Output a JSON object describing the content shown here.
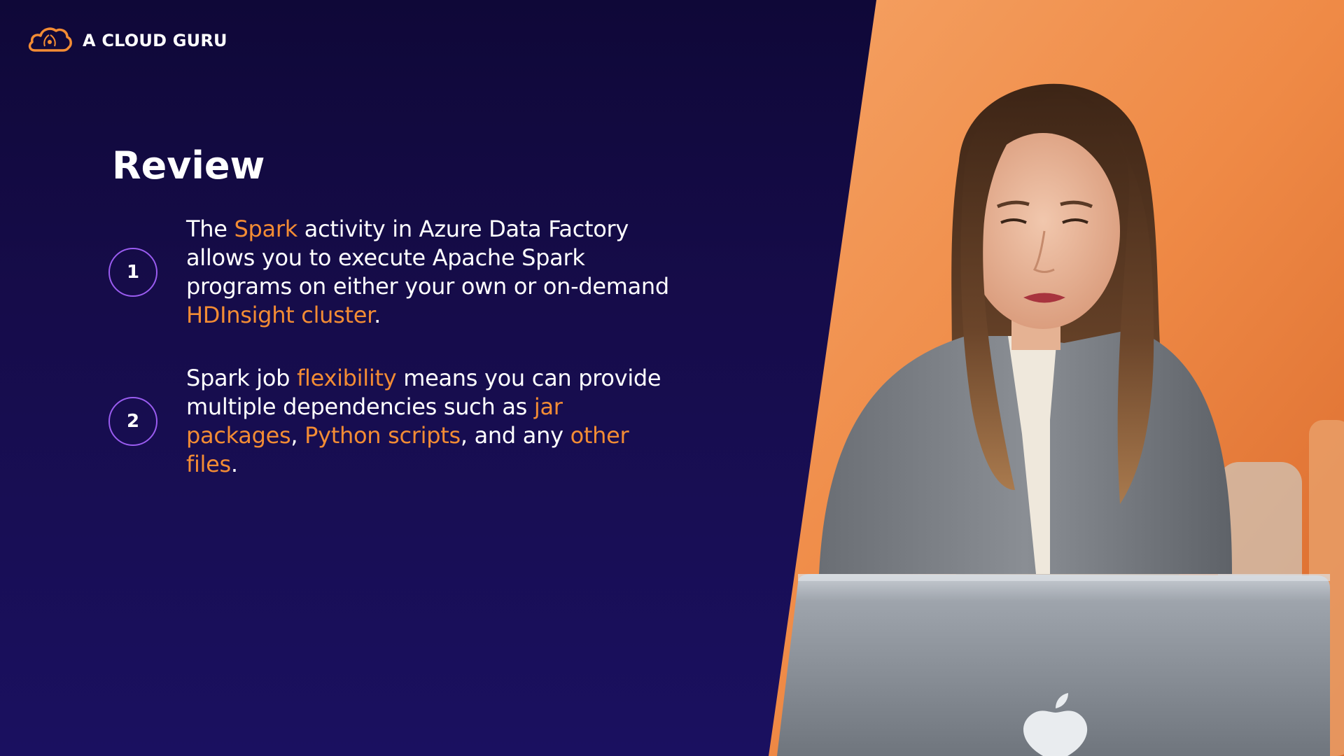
{
  "brand": {
    "name": "A CLOUD GURU",
    "logo_icon": "cloud-guru-logo-icon",
    "logo_color": "#f38c34"
  },
  "slide": {
    "title": "Review",
    "highlight_color": "#f38c34",
    "badge_border_color": "#9a5cf0",
    "background_color": "#140b45",
    "points": [
      {
        "number": "1",
        "segments": [
          {
            "text": "The ",
            "highlight": false
          },
          {
            "text": "Spark",
            "highlight": true
          },
          {
            "text": " activity in Azure Data Factory allows you to execute Apache Spark programs on either your own or on-demand ",
            "highlight": false
          },
          {
            "text": "HDInsight cluster",
            "highlight": true
          },
          {
            "text": ".",
            "highlight": false
          }
        ]
      },
      {
        "number": "2",
        "segments": [
          {
            "text": "Spark job ",
            "highlight": false
          },
          {
            "text": "flexibility",
            "highlight": true
          },
          {
            "text": " means you can provide multiple dependencies such as ",
            "highlight": false
          },
          {
            "text": "jar packages",
            "highlight": true
          },
          {
            "text": ", ",
            "highlight": false
          },
          {
            "text": "Python scripts",
            "highlight": true
          },
          {
            "text": ", and any ",
            "highlight": false
          },
          {
            "text": "other files",
            "highlight": true
          },
          {
            "text": ".",
            "highlight": false
          }
        ]
      }
    ]
  },
  "photo": {
    "wall_color": "#f08a44",
    "laptop_color": "#9aa0a8"
  }
}
